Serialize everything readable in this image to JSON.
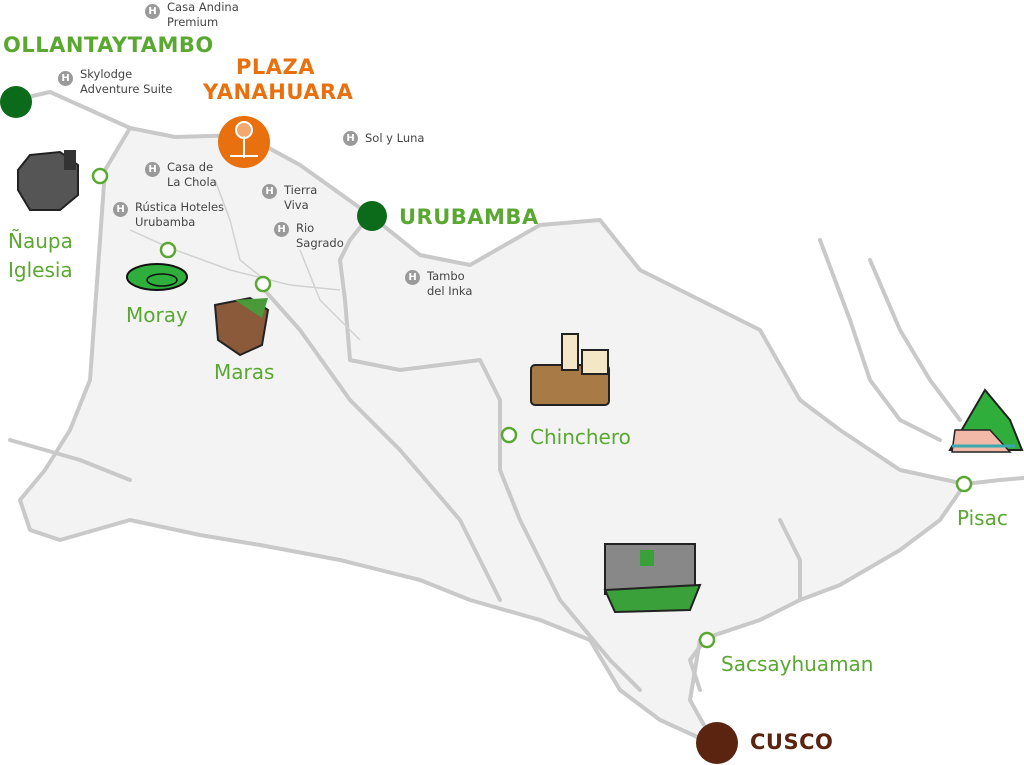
{
  "towns": {
    "ollantaytambo": "OLLANTAYTAMBO",
    "plaza_line1": "PLAZA",
    "plaza_line2": "YANAHUARA",
    "urubamba": "URUBAMBA",
    "cusco": "CUSCO"
  },
  "sites": {
    "naupa_1": "Ñaupa",
    "naupa_2": "Iglesia",
    "moray": "Moray",
    "maras": "Maras",
    "chinchero": "Chinchero",
    "pisac": "Pisac",
    "sacsayhuaman": "Sacsayhuaman"
  },
  "hotel_icon": "H",
  "hotels": [
    {
      "l1": "Casa Andina",
      "l2": "Premium"
    },
    {
      "l1": "Skylodge",
      "l2": "Adventure Suite"
    },
    {
      "l1": "Sol y Luna",
      "l2": ""
    },
    {
      "l1": "Casa de",
      "l2": "La Chola"
    },
    {
      "l1": "Rústica Hoteles",
      "l2": "Urubamba"
    },
    {
      "l1": "Tierra",
      "l2": "Viva"
    },
    {
      "l1": "Rio",
      "l2": "Sagrado"
    },
    {
      "l1": "Tambo",
      "l2": "del Inka"
    }
  ],
  "colors": {
    "green": "#5aa832",
    "dark_green": "#0b6b1a",
    "orange": "#e8700f",
    "brown": "#5a2410",
    "road": "#c9c9c9",
    "region": "#f3f3f3"
  }
}
